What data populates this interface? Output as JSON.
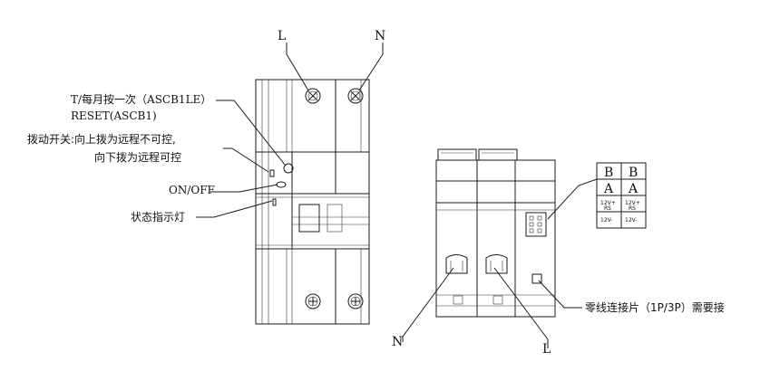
{
  "left_view": {
    "terminal_l": "L",
    "terminal_n": "N",
    "test_reset_line1": "T/每月按一次（ASCB1LE）",
    "test_reset_line2": "RESET(ASCB1)",
    "switch_line1": "拨动开关:向上拨为远程不可控,",
    "switch_line2": "向下拨为远程可控",
    "on_off": "ON/OFF",
    "status_light": "状态指示灯"
  },
  "right_view": {
    "terminal_n": "N",
    "terminal_l": "L",
    "neutral_link": "零线连接片（1P/3P）需要接",
    "pin_table": {
      "header": [
        "B",
        "B"
      ],
      "sub": [
        "A",
        "A"
      ],
      "row1": [
        "12V+",
        "12V+"
      ],
      "row1_sub": [
        "RS",
        "RS"
      ],
      "row2": [
        "12V-",
        "12V-"
      ]
    }
  }
}
